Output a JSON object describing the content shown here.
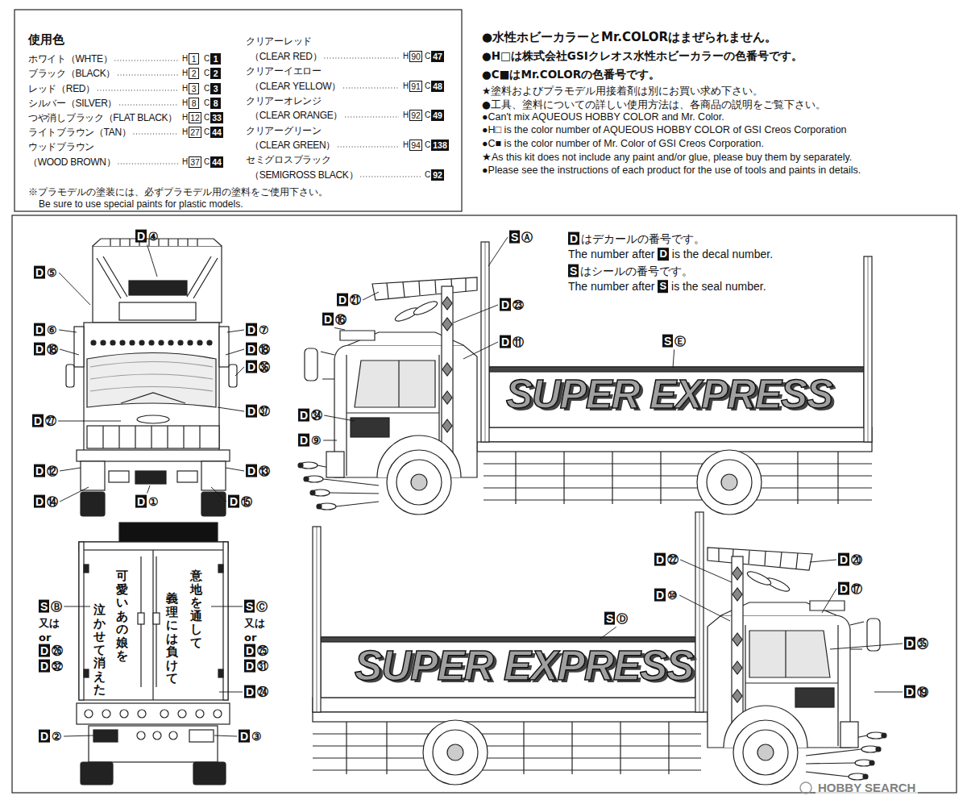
{
  "diagram": {
    "labels": [
      "使用色",
      "ホワイト（WHTE）",
      "H",
      "1",
      "C",
      "1",
      "ブラック（BLACK）",
      "H",
      "2",
      "C",
      "2",
      "レッド（RED）",
      "H",
      "3",
      "C",
      "3",
      "シルバー（SILVER）",
      "H",
      "8",
      "C",
      "8",
      "つや消しブラック（FLAT BLACK）",
      "H",
      "12",
      "C",
      "33",
      "ライトブラウン（TAN）",
      "H",
      "27",
      "C",
      "44",
      "ウッドブラウン",
      "（WOOD BROWN）",
      "H",
      "37",
      "C",
      "44",
      "クリアーレッド",
      "（CLEAR RED）",
      "H",
      "90",
      "C",
      "47",
      "クリアーイエロー",
      "（CLEAR YELLOW）",
      "H",
      "91",
      "C",
      "48",
      "クリアーオレンジ",
      "（CLEAR ORANGE）",
      "H",
      "92",
      "C",
      "49",
      "クリアーグリーン",
      "（CLEAR GREEN）",
      "H",
      "94",
      "C",
      "138",
      "セミグロスブラック",
      "（SEMIGROSS BLACK）",
      "C",
      "92",
      "※プラモデルの塗装には、必ずプラモデル用の塗料をご使用下さい。",
      "Be sure to use special paints for plastic models.",
      "●水性ホビーカラーとMr.COLORはまぜられません。",
      "●H□は株式会社GSIクレオス水性ホビーカラーの色番号です。",
      "●C■はMr.COLORの色番号です。",
      "★塗料およびプラモデル用接着剤は別にお買い求め下さい。",
      "●工具、塗料についての詳しい使用方法は、各商品の説明をご覧下さい。",
      "●Can't mix AQUEOUS HOBBY COLOR and Mr. Color.",
      "●H□ is the color number of AQUEOUS HOBBY COLOR of GSI Creos Corporation",
      "●C■ is the color number of Mr. Color of GSI Creos Corporation.",
      "★As this kit does not include any paint and/or glue, please buy them by separately.",
      "●Please see the instructions of each product for the use of tools and paints in details.",
      "D④",
      "D⑤",
      "D⑥",
      "D⑦",
      "D⑱",
      "D⑱",
      "D㊱",
      "D㉗",
      "D㊲",
      "D⑫",
      "D⑬",
      "D⑭",
      "D①",
      "D⑮",
      "SⒶ",
      "Dはデカールの番号です。",
      "The number after",
      "D",
      "is the decal number.",
      "Sはシールの番号です。",
      "The number after",
      "S",
      "is the seal number.",
      "D㉑",
      "D⑯",
      "D㉓",
      "D⑪",
      "SⒺ",
      "D㉞",
      "D⑨",
      "SUPER EXPRESS",
      "SⒷ",
      "又は",
      "or",
      "D㉖",
      "D㉜",
      "意地を通して",
      "義理には負けて",
      "可愛いあの娘を",
      "泣かせて消えた",
      "SⒸ",
      "又は",
      "or",
      "D㉕",
      "D㉛",
      "D㉔",
      "D②",
      "D③",
      "D㉒",
      "D⑳",
      "D⑰",
      "D⑩",
      "SⒹ",
      "D㉟",
      "SUPER EXPRESS",
      "D⑲",
      "HOBBY SEARCH"
    ]
  }
}
